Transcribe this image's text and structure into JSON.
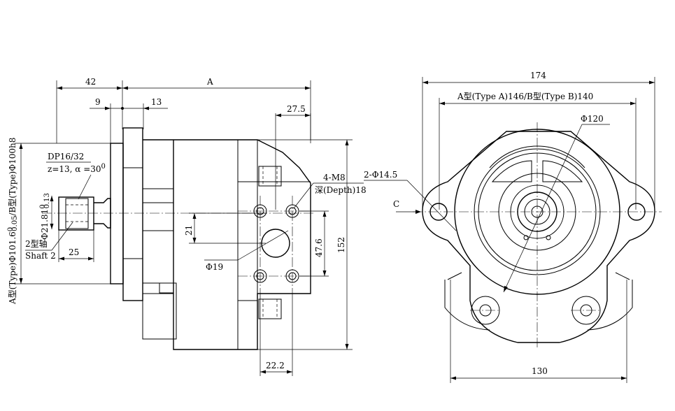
{
  "labels": {
    "dim_42": "42",
    "dim_A": "A",
    "dim_9": "9",
    "dim_13": "13",
    "dim_27_5": "27.5",
    "spline_spec": "DP16/32",
    "spline_teeth": "z=13, α =30",
    "spline_deg": "0",
    "bore_label": "A型(Type)Φ101.6",
    "bore_tol": "0",
    "bore_tol2": "0.05",
    "bore_b": "/B型(Type)Φ100h8",
    "shaft_dia": "Φ21.81",
    "shaft_tol": "0",
    "shaft_tol2": "0.13",
    "shaft_type": "2型轴",
    "shaft_en": "Shaft 2",
    "dim_25": "25",
    "dim_21": "21",
    "port_dia": "Φ19",
    "thread": "4-M8",
    "thread_depth": "深(Depth)18",
    "dim_47_6": "47.6",
    "dim_152": "152",
    "dim_22_2": "22.2",
    "dim_174": "174",
    "type_ab": "A型(Type A)146/B型(Type B)140",
    "pcd": "Φ120",
    "mount_holes": "2-Φ14.5",
    "view_c": "C",
    "dim_130": "130"
  }
}
